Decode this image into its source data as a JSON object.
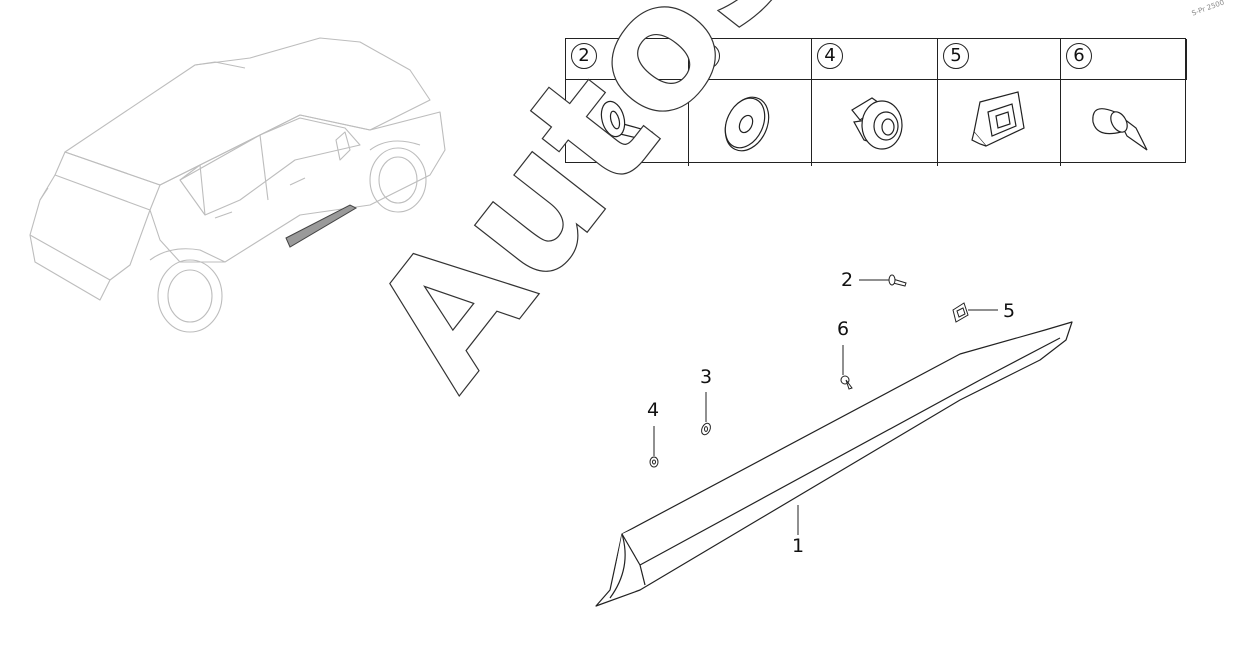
{
  "watermark": "AutoSoft",
  "corner_code": "S-Pr 2500",
  "legend": {
    "items": [
      {
        "number": "2",
        "icon": "bolt-icon"
      },
      {
        "number": "3",
        "icon": "washer-icon"
      },
      {
        "number": "4",
        "icon": "grommet-nut-icon"
      },
      {
        "number": "5",
        "icon": "retaining-clip-icon"
      },
      {
        "number": "6",
        "icon": "push-rivet-icon"
      }
    ]
  },
  "callouts": {
    "c1": "1",
    "c2": "2",
    "c3": "3",
    "c4": "4",
    "c5": "5",
    "c6": "6"
  },
  "colors": {
    "line": "#222222",
    "car_outline": "#bdbdbd",
    "highlight_part": "#888888"
  }
}
